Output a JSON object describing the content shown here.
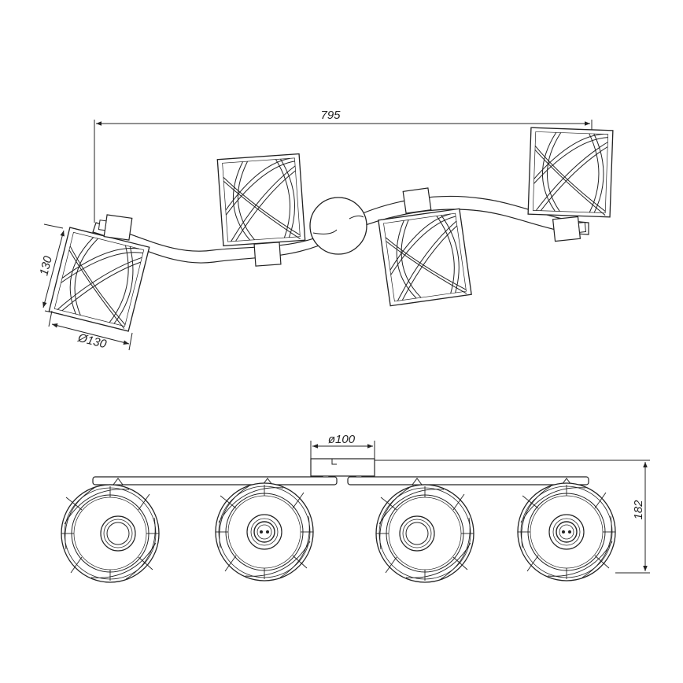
{
  "colors": {
    "line": "#222222",
    "background": "#ffffff"
  },
  "dimensions": {
    "overall_length": "795",
    "shade_height": "130",
    "shade_diameter": "Ø130",
    "canopy_diameter": "ø100",
    "overall_height": "182"
  }
}
